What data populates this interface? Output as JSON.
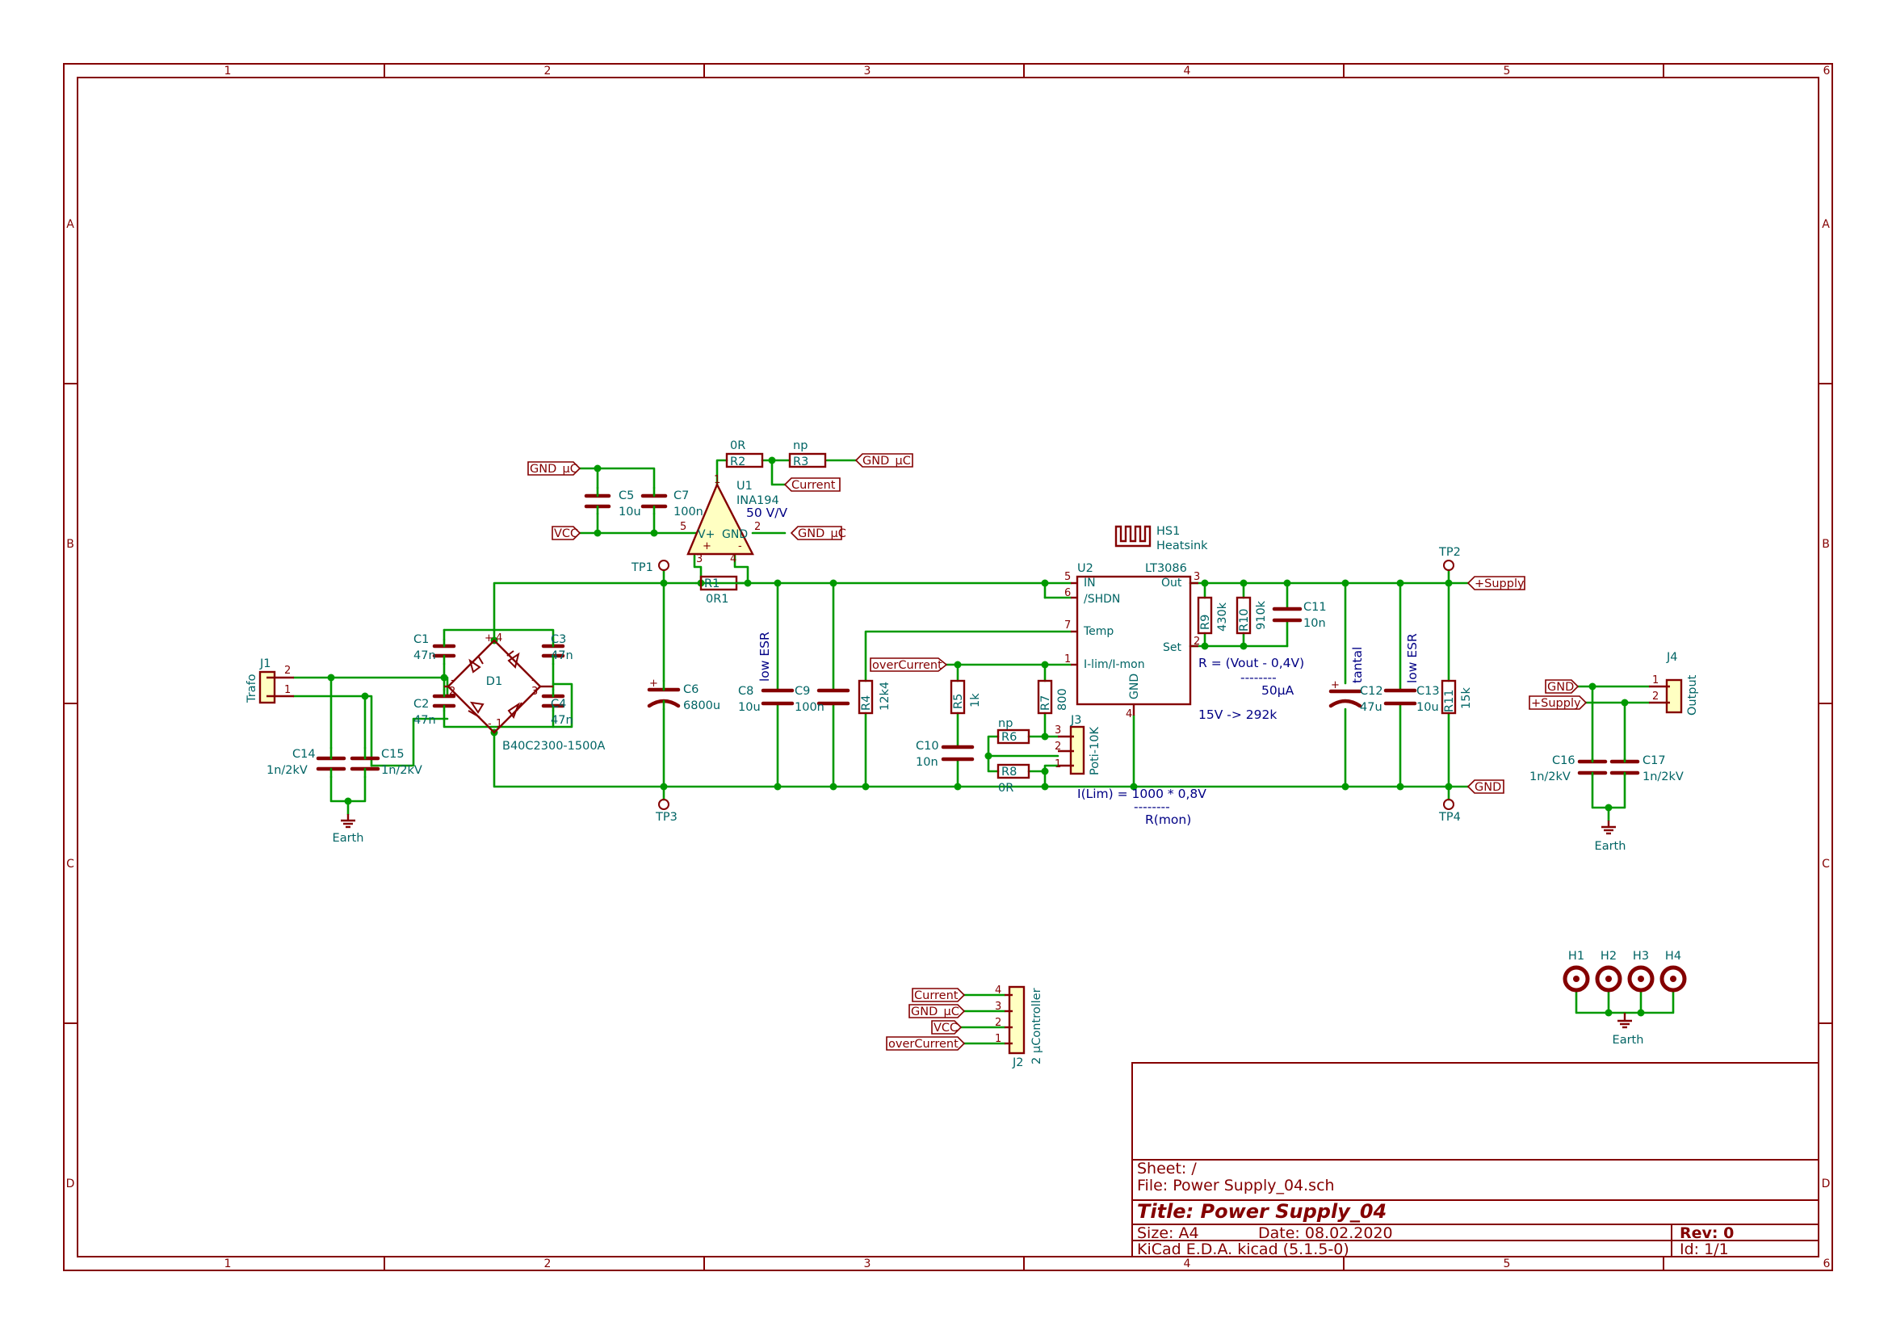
{
  "title_block": {
    "sheet": "Sheet: /",
    "file": "File: Power Supply_04.sch",
    "title": "Title: Power Supply_04",
    "size": "Size: A4",
    "date": "Date: 08.02.2020",
    "rev": "Rev: 0",
    "tool": "KiCad E.D.A.  kicad (5.1.5-0)",
    "id": "Id: 1/1"
  },
  "frame": {
    "columns": [
      "1",
      "2",
      "3",
      "4",
      "5",
      "6"
    ],
    "rows": [
      "A",
      "B",
      "C",
      "D"
    ]
  },
  "components": {
    "J1": {
      "ref": "J1",
      "value": "Trafo",
      "pin2": "2",
      "pin1": "1"
    },
    "C14": {
      "ref": "C14",
      "value": "1n/2kV"
    },
    "C15": {
      "ref": "C15",
      "value": "1n/2kV"
    },
    "earth": "Earth",
    "C1": {
      "ref": "C1",
      "value": "47n"
    },
    "C2": {
      "ref": "C2",
      "value": "47n"
    },
    "C3": {
      "ref": "C3",
      "value": "47n"
    },
    "C4": {
      "ref": "C4",
      "value": "47n"
    },
    "D1": {
      "ref": "D1",
      "value": "B40C2300-1500A",
      "pin_plus": "+",
      "pin_minus": "-",
      "pin2": "2",
      "pin3": "3",
      "pin4": "4",
      "pin1": "1"
    },
    "C6": {
      "ref": "C6",
      "value": "6800u"
    },
    "TP1": "TP1",
    "TP3": "TP3",
    "C5": {
      "ref": "C5",
      "value": "10u"
    },
    "C7": {
      "ref": "C7",
      "value": "100n"
    },
    "U1": {
      "ref": "U1",
      "value": "INA194",
      "gain": "50 V/V",
      "vplus": "V+",
      "gnd": "GND",
      "plus": "+",
      "minus": "-",
      "p1": "1",
      "p2": "2",
      "p3": "3",
      "p4": "4",
      "p5": "5"
    },
    "R1": {
      "ref": "R1",
      "value": "0R1"
    },
    "R2": {
      "ref": "R2",
      "value": "0R"
    },
    "R3": {
      "ref": "R3",
      "value": "np"
    },
    "C8": {
      "ref": "C8",
      "value": "10u",
      "note": "low ESR"
    },
    "C9": {
      "ref": "C9",
      "value": "100n"
    },
    "R4": {
      "ref": "R4",
      "value": "12k4"
    },
    "R5": {
      "ref": "R5",
      "value": "1k"
    },
    "C10": {
      "ref": "C10",
      "value": "10n"
    },
    "R6": {
      "ref": "R6",
      "value": "np"
    },
    "R7": {
      "ref": "R7",
      "value": "800"
    },
    "R8": {
      "ref": "R8",
      "value": "0R"
    },
    "J3": {
      "ref": "J3",
      "value": "Poti-10K",
      "p1": "1",
      "p2": "2",
      "p3": "3"
    },
    "HS1": {
      "ref": "HS1",
      "value": "Heatsink"
    },
    "U2": {
      "ref": "U2",
      "value": "LT3086",
      "in": "IN",
      "shdn": "/SHDN",
      "temp": "Temp",
      "ilim": "I-lim/I-mon",
      "gnd": "GND",
      "out": "Out",
      "set": "Set",
      "p1": "1",
      "p2": "2",
      "p3": "3",
      "p4": "4",
      "p5": "5",
      "p6": "6",
      "p7": "7"
    },
    "R9": {
      "ref": "R9",
      "value": "430k"
    },
    "R10": {
      "ref": "R10",
      "value": "910k"
    },
    "C11": {
      "ref": "C11",
      "value": "10n"
    },
    "C12": {
      "ref": "C12",
      "value": "47u",
      "note": "tantal"
    },
    "C13": {
      "ref": "C13",
      "value": "10u",
      "note": "low ESR"
    },
    "R11": {
      "ref": "R11",
      "value": "15k"
    },
    "TP2": "TP2",
    "TP4": "TP4",
    "J4": {
      "ref": "J4",
      "value": "Output",
      "p1": "1",
      "p2": "2"
    },
    "C16": {
      "ref": "C16",
      "value": "1n/2kV"
    },
    "C17": {
      "ref": "C17",
      "value": "1n/2kV"
    },
    "J2": {
      "ref": "J2",
      "value": "µController",
      "p1": "1",
      "p2": "2",
      "p3": "3",
      "p4": "4",
      "prefix": "2"
    },
    "H1": "H1",
    "H2": "H2",
    "H3": "H3",
    "H4": "H4"
  },
  "labels": {
    "gnd_uc": "GND_µC",
    "vcc": "VCC",
    "current": "Current",
    "supply": "+Supply",
    "gnd": "GND",
    "overcurrent": "overCurrent"
  },
  "notes": {
    "r_formula": "R = (Vout - 0,4V)",
    "r_dash": "--------",
    "r_denom": "50µA",
    "r_example": "15V -> 292k",
    "i_formula": "I(Lim) = 1000 * 0,8V",
    "i_dash": "--------",
    "i_denom": "R(mon)"
  }
}
